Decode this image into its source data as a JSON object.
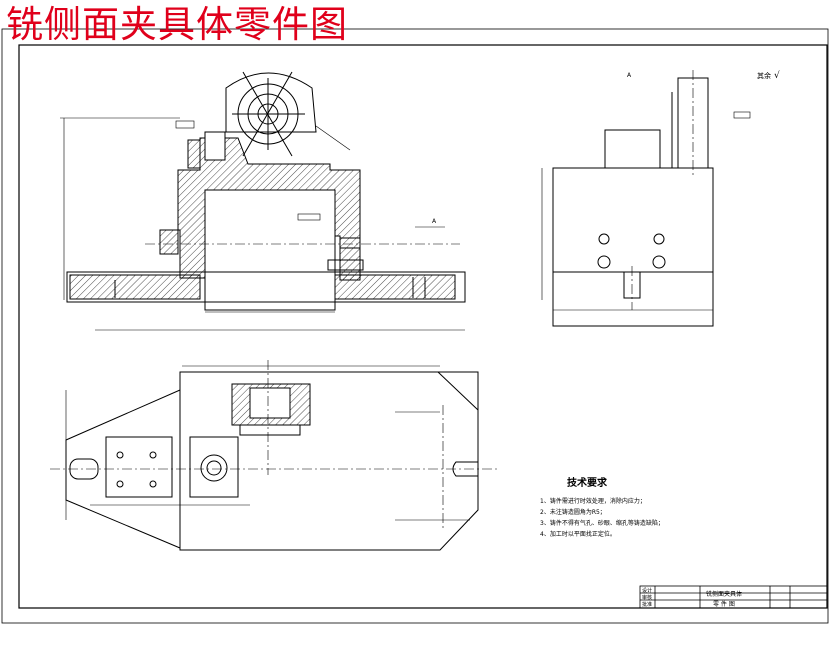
{
  "page_title": "铣侧面夹具体零件图",
  "roughness_note": "其余",
  "tech_requirements": {
    "heading": "技术要求",
    "items": [
      "1、铸件需进行时效处理，消除内应力；",
      "2、未注铸造圆角为R5；",
      "3、铸件不得有气孔、砂眼、缩孔等铸造缺陷；",
      "4、加工时以平面找正定位。"
    ]
  },
  "title_block": {
    "part_name": "铣侧面夹具体",
    "drawing_type": "零 件 图",
    "designer_label": "设计",
    "checker_label": "审核",
    "approver_label": "批准"
  },
  "view_label_a": "A",
  "section_label": "A"
}
